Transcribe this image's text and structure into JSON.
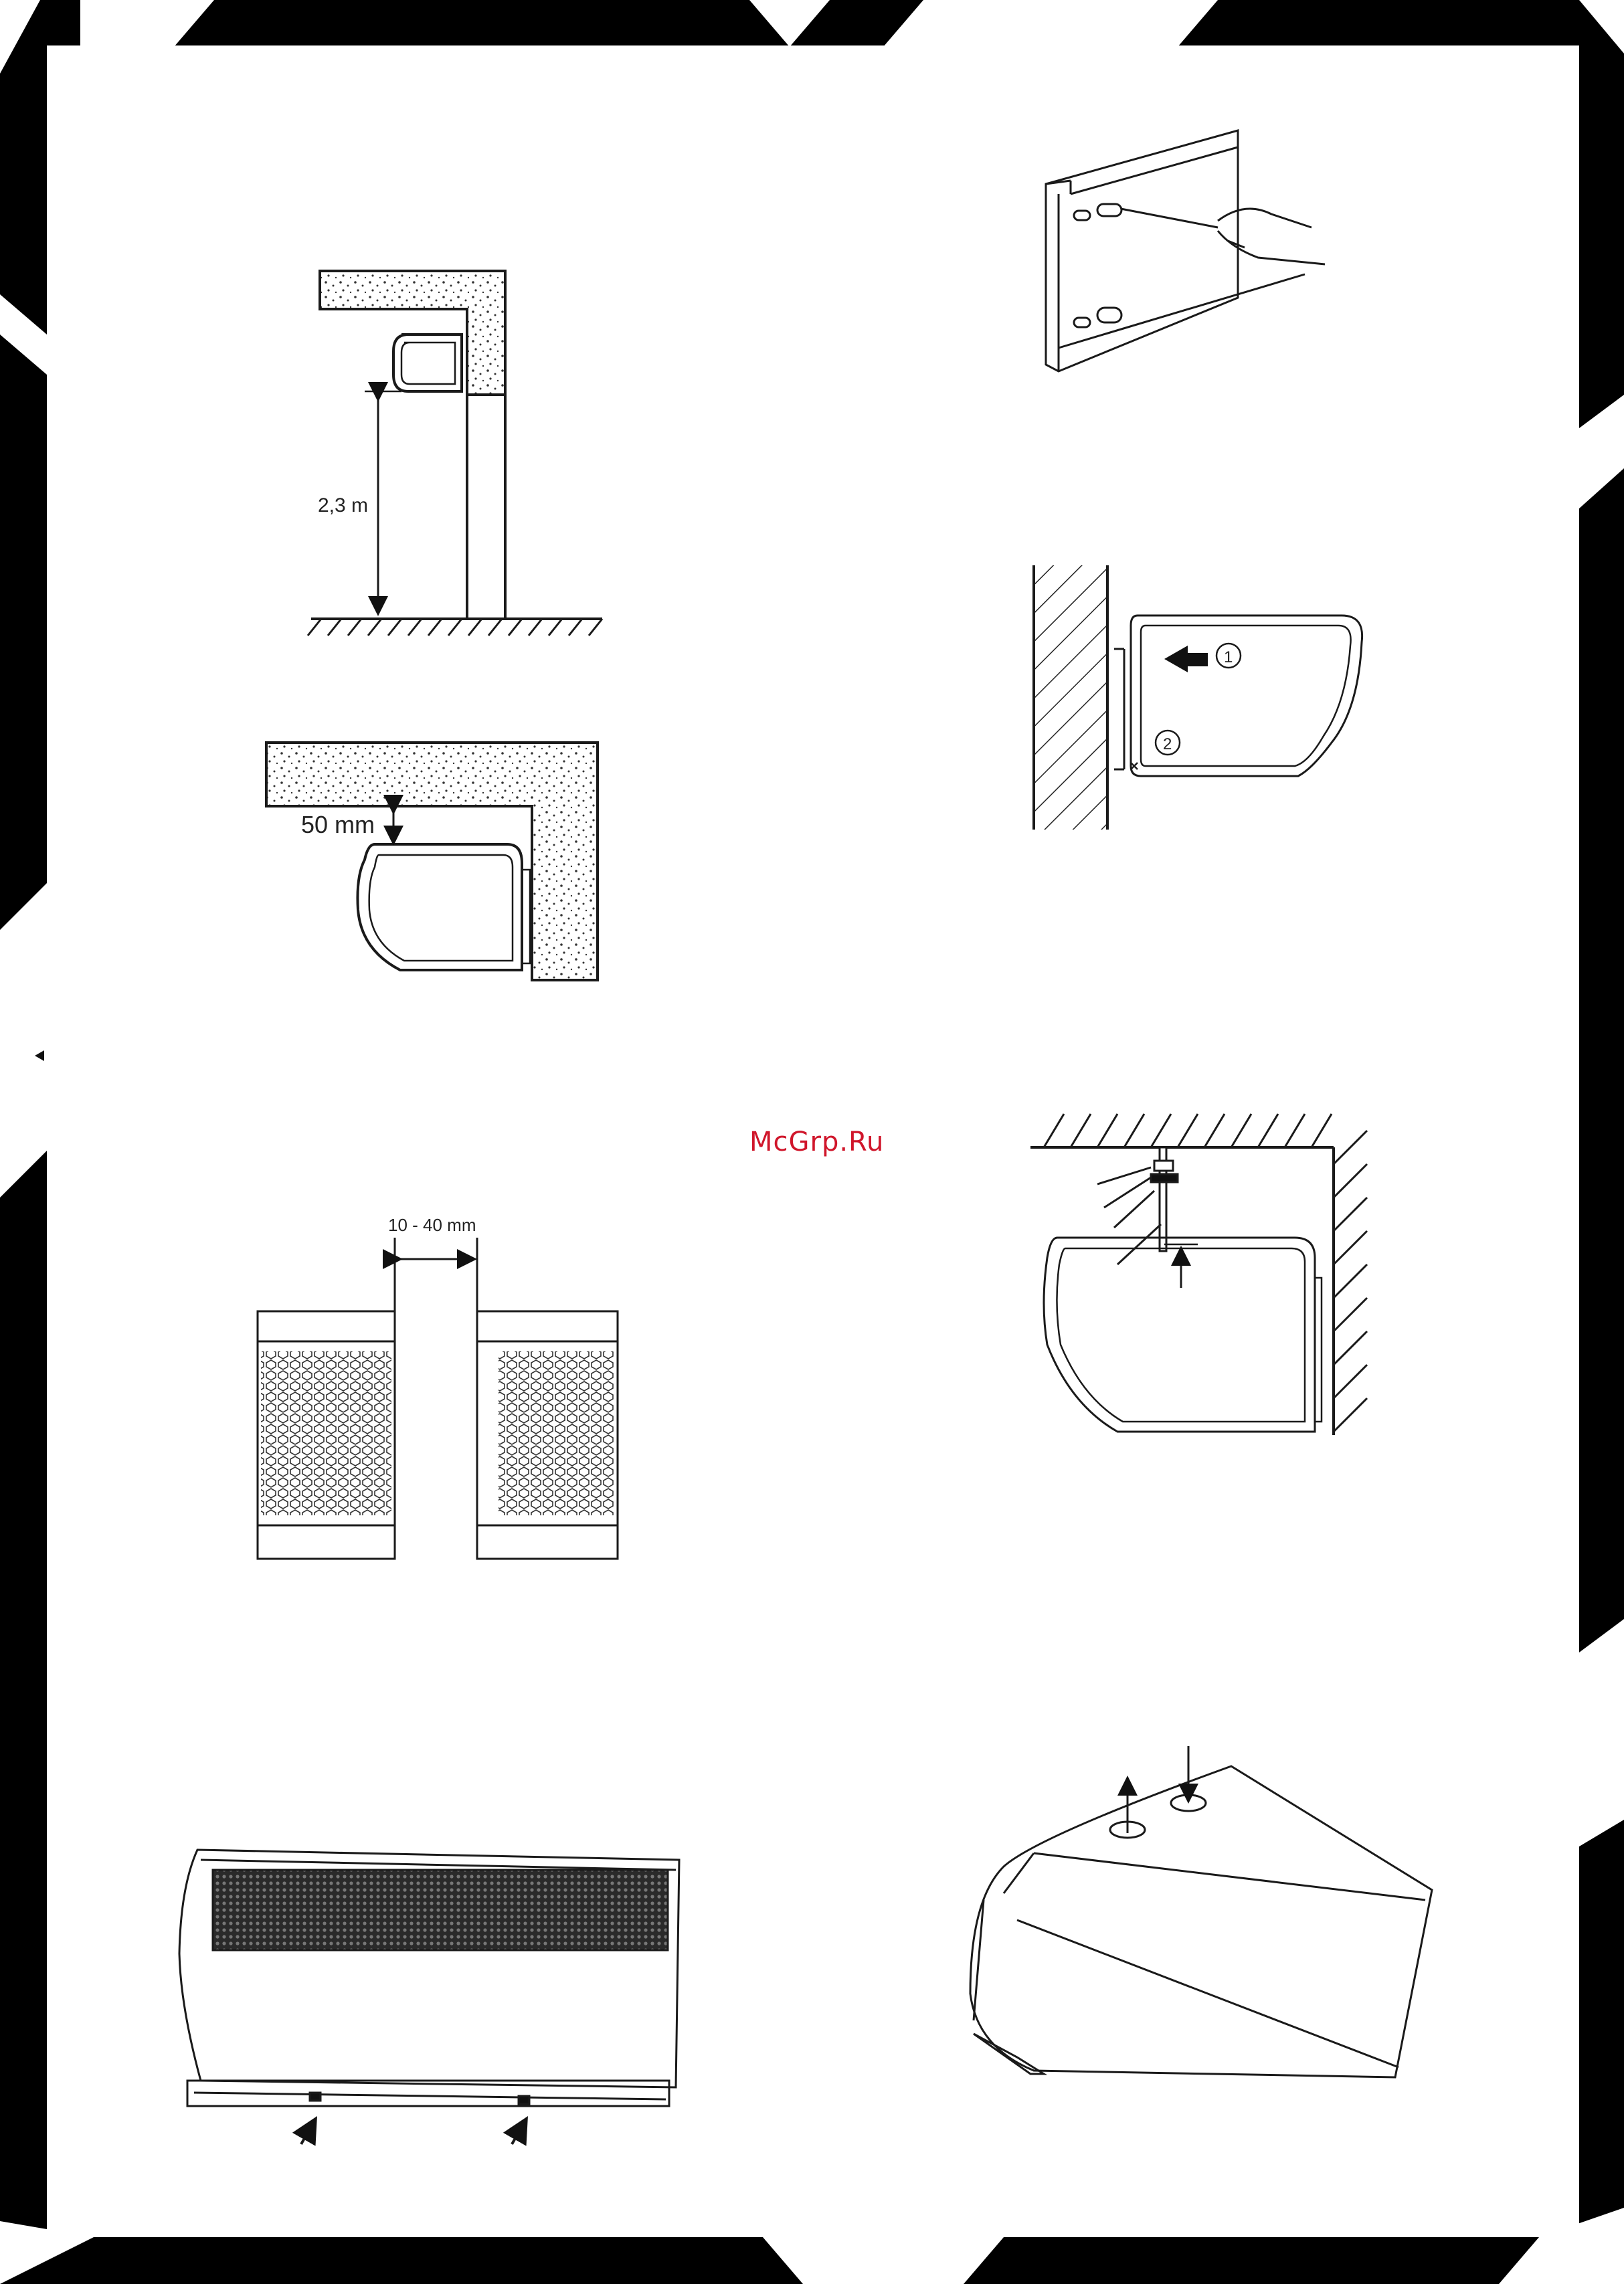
{
  "watermark": "McGrp.Ru",
  "labels": {
    "height": "2,3 m",
    "clearance": "50 mm",
    "gap": "10 - 40 mm",
    "step_1": "1",
    "step_2": "2"
  },
  "colors": {
    "background": "#ffffff",
    "frame": "#000000",
    "line": "#1a1a1a",
    "watermark": "#d0162b"
  }
}
